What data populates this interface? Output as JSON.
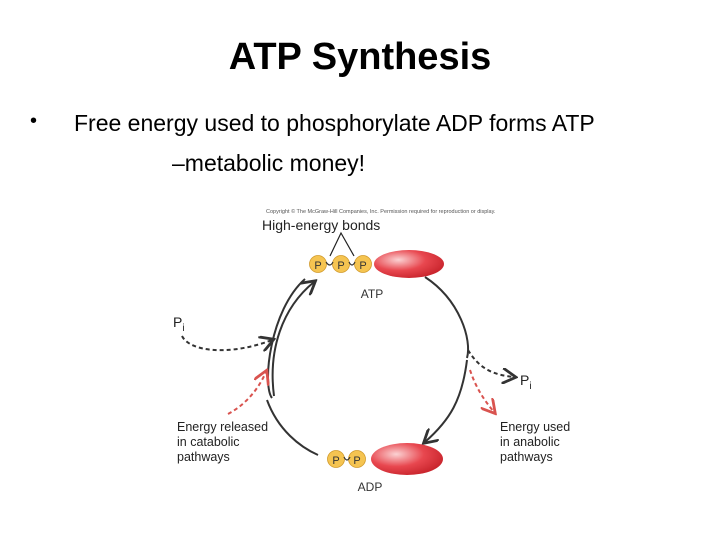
{
  "title": "ATP Synthesis",
  "bullet_symbol": "•",
  "bullet_text_line1": "Free energy used to phosphorylate ADP forms ATP",
  "bullet_text_line2": "–metabolic money!",
  "diagram": {
    "copyright": "Copyright © The McGraw-Hill Companies, Inc. Permission required for reproduction or display.",
    "high_energy_label": "High-energy bonds",
    "phosphate_label": "P",
    "atp_label": "ATP",
    "adp_label": "ADP",
    "pi_main": "P",
    "pi_sub": "i",
    "energy_released": [
      "Energy released",
      "in catabolic",
      "pathways"
    ],
    "energy_used": [
      "Energy used",
      "in anabolic",
      "pathways"
    ],
    "colors": {
      "phosphate_fill": "#f5c451",
      "adenosine_fill": "#e8474f",
      "arrow_dark": "#333333",
      "arrow_red": "#d9534f"
    }
  }
}
